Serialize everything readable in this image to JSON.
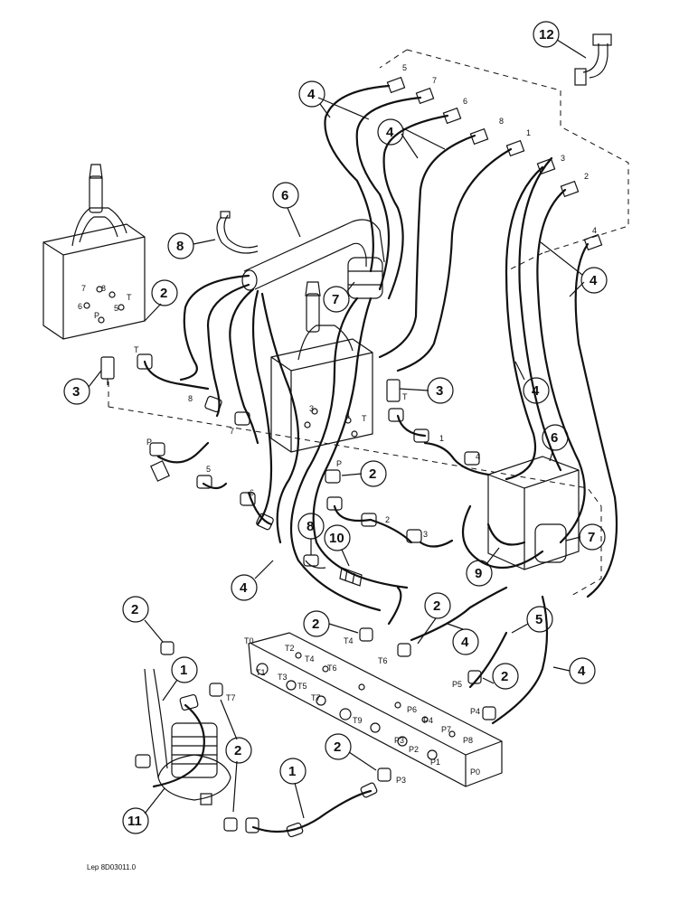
{
  "document_ref": "Lep 8D03011.0",
  "callouts": {
    "c1a": "1",
    "c1b": "1",
    "c2a": "2",
    "c2b": "2",
    "c2c": "2",
    "c2d": "2",
    "c2e": "2",
    "c2f": "2",
    "c2g": "2",
    "c2h": "2",
    "c3a": "3",
    "c3b": "3",
    "c4a": "4",
    "c4b": "4",
    "c4c": "4",
    "c4d": "4",
    "c4e": "4",
    "c4f": "4",
    "c4g": "4",
    "c5": "5",
    "c6a": "6",
    "c6b": "6",
    "c7a": "7",
    "c7b": "7",
    "c8a": "8",
    "c8b": "8",
    "c9": "9",
    "c10": "10",
    "c11": "11",
    "c12": "12"
  },
  "ports": {
    "T0": "T0",
    "T2": "T2",
    "T4a": "T4",
    "T6a": "T6",
    "T1": "T1",
    "T3": "T3",
    "T5": "T5",
    "T7a": "T7",
    "T9": "T9",
    "P6a": "P6",
    "P4a": "P4",
    "P7": "P7",
    "P8": "P8",
    "P3a": "P3",
    "P2": "P2",
    "P1": "P1",
    "P0": "P0",
    "T4b": "T4",
    "T6b": "T6",
    "P5": "P5",
    "P4b": "P4",
    "T7b": "T7",
    "P3b": "P3",
    "Tleft": "T",
    "Tright": "T",
    "Pleft": "P",
    "Pcenter": "P"
  },
  "hose_numbers": {
    "h5top": "5",
    "h7top": "7",
    "h6top": "6",
    "h8top": "8",
    "h1top": "1",
    "h3top": "3",
    "h2top": "2",
    "h4top": "4",
    "h8left": "8",
    "h7left": "7",
    "h5left": "5",
    "h6left": "6",
    "h1right": "1",
    "h4right": "4",
    "h2right": "2",
    "h3right": "3"
  },
  "colors": {
    "ink": "#111111",
    "paper": "#ffffff"
  }
}
